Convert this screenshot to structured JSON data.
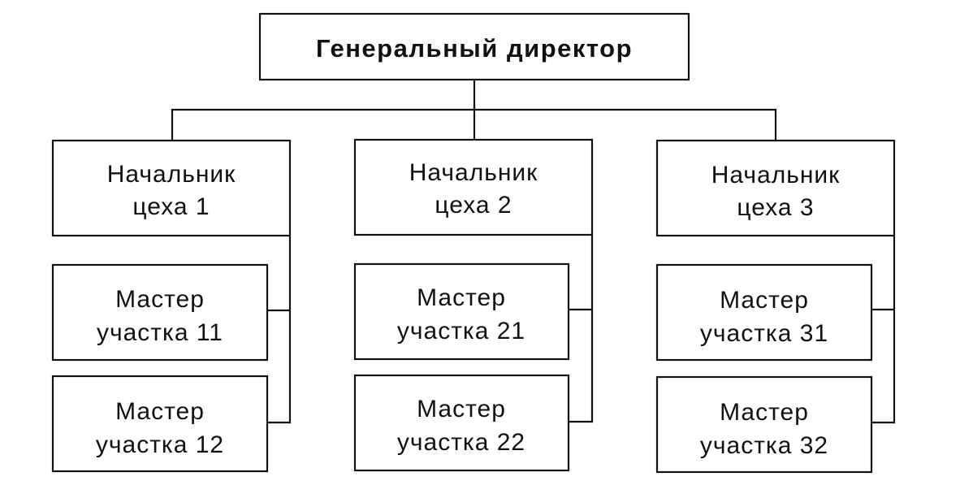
{
  "diagram": {
    "root": {
      "label": "Генеральный директор"
    },
    "departments": [
      {
        "head_line1": "Начальник",
        "head_line2": "цеха 1",
        "masters": [
          {
            "line1": "Мастер",
            "line2": "участка 11"
          },
          {
            "line1": "Мастер",
            "line2": "участка 12"
          }
        ]
      },
      {
        "head_line1": "Начальник",
        "head_line2": "цеха 2",
        "masters": [
          {
            "line1": "Мастер",
            "line2": "участка 21"
          },
          {
            "line1": "Мастер",
            "line2": "участка 22"
          }
        ]
      },
      {
        "head_line1": "Начальник",
        "head_line2": "цеха 3",
        "masters": [
          {
            "line1": "Мастер",
            "line2": "участка 31"
          },
          {
            "line1": "Мастер",
            "line2": "участка 32"
          }
        ]
      }
    ]
  }
}
